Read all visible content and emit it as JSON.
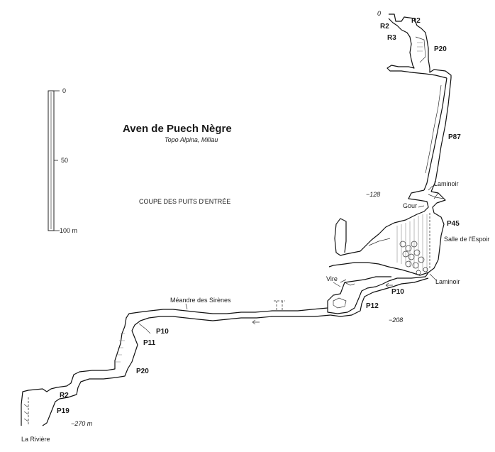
{
  "title": "Aven de Puech Nègre",
  "subtitle": "Topo Alpina, Millau",
  "section_heading": "COUPE DES PUITS D'ENTRÉE",
  "scale": {
    "ticks": [
      "0",
      "50",
      "100 m"
    ]
  },
  "labels": {
    "depth_0": "0",
    "r2_top_left": "R2",
    "r2_top_right": "R2",
    "r3": "R3",
    "p20_top": "P20",
    "p87": "P87",
    "laminoir_top": "Laminoir",
    "depth_128": "−128",
    "gour": "Gour",
    "p45": "P45",
    "salle": "Salle de l'Espoir",
    "laminoir_bottom": "Laminoir",
    "vire": "Vire",
    "p10_right": "P10",
    "p12": "P12",
    "depth_208": "−208",
    "meandre": "Méandre des Sirènes",
    "p10_left": "P10",
    "p11": "P11",
    "p20_bottom": "P20",
    "r2_bottom": "R2",
    "p19": "P19",
    "depth_270": "−270 m",
    "riviere": "La Rivière"
  }
}
